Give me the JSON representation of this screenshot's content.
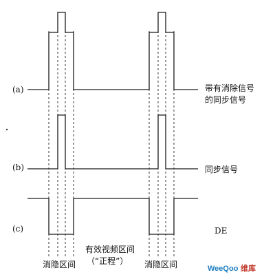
{
  "labels": {
    "row_a": "(a)",
    "row_b": "(b)",
    "row_c": "(c)",
    "signal_a_line1": "带有消除信号",
    "signal_a_line2": "的同步信号",
    "signal_b": "同步信号",
    "signal_c": "DE",
    "blank_interval_1": "消隐区间",
    "active_line1": "有效视频区间",
    "active_line2": "（“正程”）",
    "blank_interval_2": "消隐区间"
  },
  "watermark": {
    "brand_main": "WeeQoo",
    "brand_suffix": "维库",
    "brand_color": "#1f7fc0",
    "suffix_color": "#c0392b"
  },
  "timing": {
    "cycle_1": {
      "blank_start": 71,
      "sync_start": 84,
      "sync_end": 95,
      "blank_end": 107
    },
    "cycle_2": {
      "blank_start": 217,
      "sync_start": 230,
      "sync_end": 241,
      "blank_end": 253
    }
  }
}
